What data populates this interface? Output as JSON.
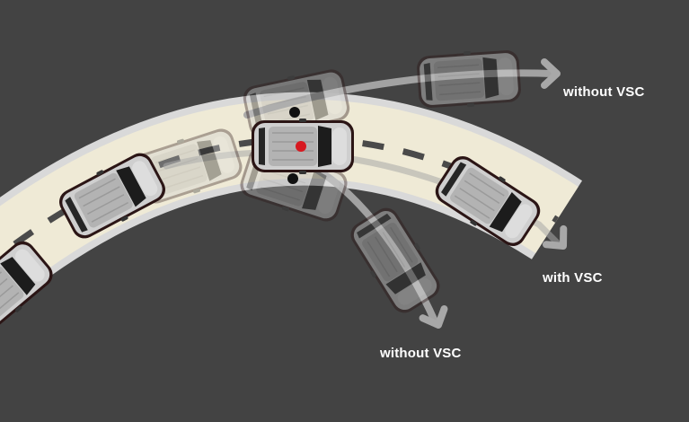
{
  "labels": {
    "without_vsc_oversteer": "without VSC",
    "with_vsc": "with VSC",
    "without_vsc_understeer": "without VSC"
  },
  "colors": {
    "background": "#434343",
    "road_surface": "#efead6",
    "road_edge": "#d9d9d9",
    "lane_dash": "#4a4a4a",
    "arrow": "#a8a8a8",
    "car_body": "#c9c9c9",
    "car_outline": "#4a1f1f",
    "center_of_gravity_dot": "#d71920",
    "pivot_dot": "#111111",
    "label_text": "#ffffff"
  },
  "icons": {
    "car": "car-top-view-icon",
    "arrow": "arrow-right-icon"
  }
}
